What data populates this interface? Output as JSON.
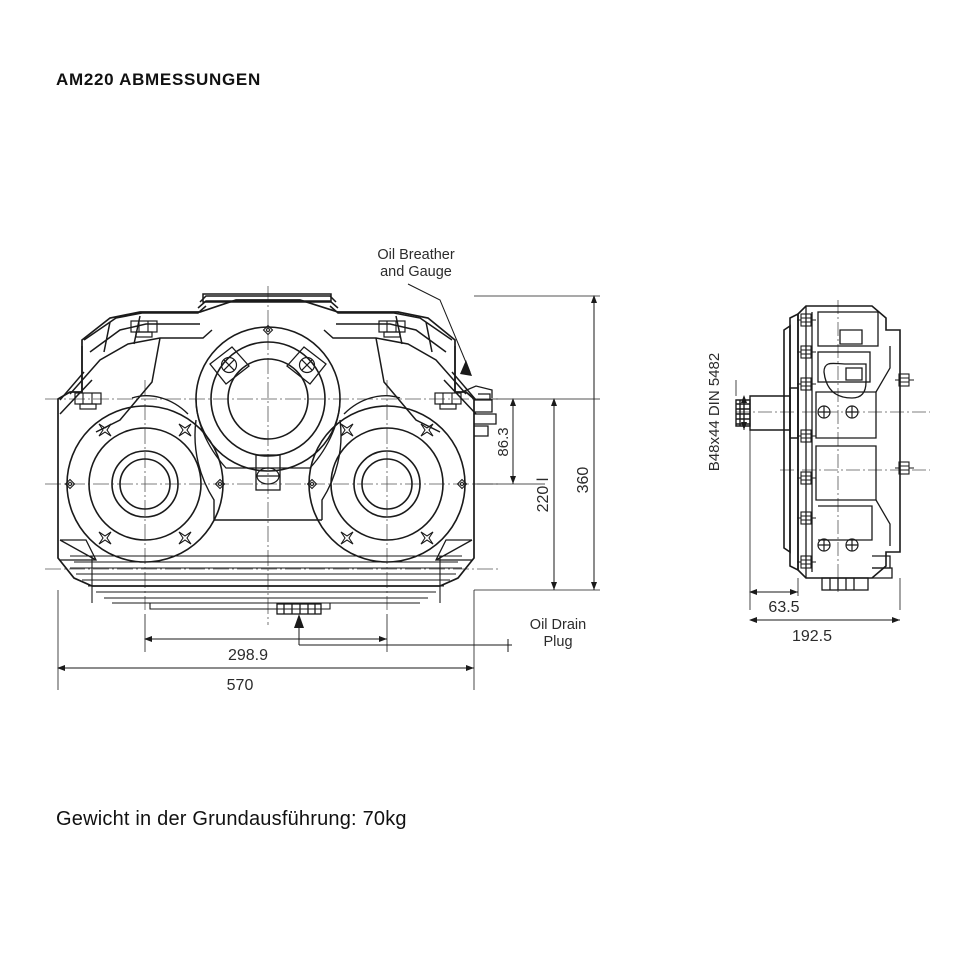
{
  "sheet": {
    "title": "AM220 ABMESSUNGEN",
    "footer": "Gewicht  in der Grundausführung: 70kg",
    "background_color": "#ffffff",
    "line_color": "#1a1a1a",
    "text_color": "#2b2b2b"
  },
  "annotations": {
    "oil_breather_line1": "Oil Breather",
    "oil_breather_line2": "and Gauge",
    "oil_drain_line1": "Oil Drain",
    "oil_drain_line2": "Plug"
  },
  "dimensions": {
    "front_view": [
      {
        "label": "86.3",
        "orientation": "vertical",
        "view": "front"
      },
      {
        "label": "220 l",
        "orientation": "vertical",
        "view": "front"
      },
      {
        "label": "360",
        "orientation": "vertical",
        "view": "front"
      },
      {
        "label": "298.9",
        "orientation": "horizontal",
        "view": "front"
      },
      {
        "label": "570",
        "orientation": "horizontal",
        "view": "front"
      }
    ],
    "side_view": [
      {
        "label": "B48x44  DIN 5482",
        "orientation": "vertical",
        "view": "side"
      },
      {
        "label": "63.5",
        "orientation": "horizontal",
        "view": "side"
      },
      {
        "label": "192.5",
        "orientation": "horizontal",
        "view": "side"
      }
    ]
  },
  "labels": {
    "d_86_3": "86.3",
    "d_220": "220 l",
    "d_360": "360",
    "d_298_9": "298.9",
    "d_570": "570",
    "d_spline": "B48x44  DIN 5482",
    "d_63_5": "63.5",
    "d_192_5": "192.5"
  }
}
